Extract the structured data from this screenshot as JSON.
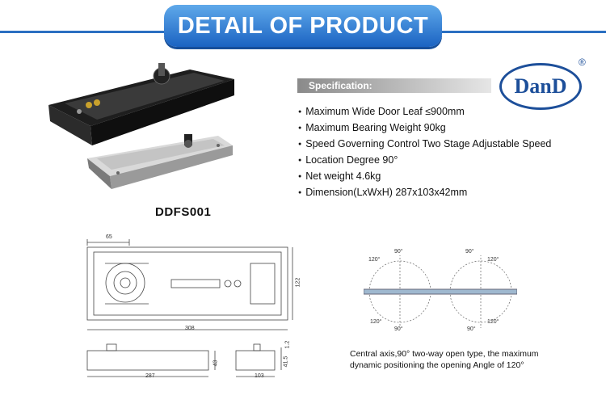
{
  "header": {
    "title": "DETAIL OF PRODUCT"
  },
  "logo": {
    "text": "DanD",
    "registered": "®"
  },
  "spec": {
    "heading": "Specification:",
    "items": [
      "Maximum Wide Door Leaf ≤900mm",
      "Maximum Bearing Weight 90kg",
      "Speed Governing Control Two Stage Adjustable Speed",
      "Location Degree 90°",
      "Net weight 4.6kg",
      "Dimension(LxWxH) 287x103x42mm"
    ]
  },
  "model": "DDFS001",
  "drawing": {
    "dims": {
      "d65": "65",
      "d122": "122",
      "d308": "308",
      "d287": "287",
      "d43": "43",
      "d103": "103",
      "d415": "41.5",
      "d12": "1.2"
    },
    "angles": {
      "a90": "90°",
      "a120": "120°"
    }
  },
  "caption": {
    "line1": "Central axis,90° two-way open type, the maximum",
    "line2": "dynamic positioning the opening Angle of 120°"
  },
  "colors": {
    "banner": "#2b6fc1",
    "logo": "#1d4f9a"
  }
}
